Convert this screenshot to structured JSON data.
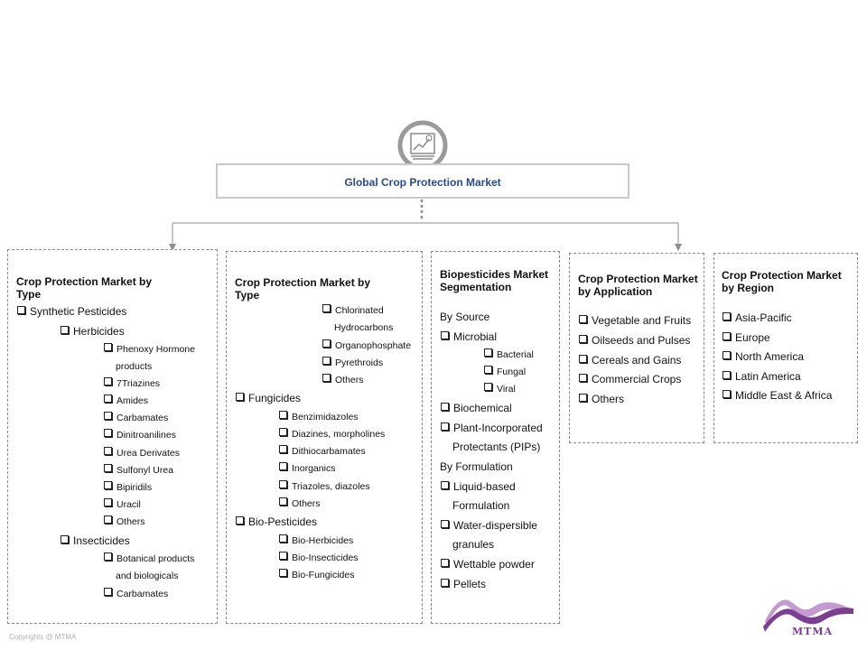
{
  "header": {
    "title": "Global Crop Protection Market",
    "icon": "market-report-icon"
  },
  "boxes": {
    "type1": {
      "title": "Crop Protection Market by Type",
      "items": [
        "Synthetic Pesticides",
        "Herbicides",
        "Phenoxy Hormone",
        "products",
        "7Triazines",
        "Amides",
        "Carbamates",
        "Dinitroanilines",
        "Urea Derivates",
        "Sulfonyl Urea",
        "Bipiridils",
        "Uracil",
        "Others",
        "Insecticides",
        "Botanical products",
        "and biologicals",
        "Carbamates"
      ]
    },
    "type2": {
      "title": "Crop Protection Market by Type",
      "items": [
        "Chlorinated",
        "Hydrocarbons",
        "Organophosphate",
        "Pyrethroids",
        "Others",
        "Fungicides",
        "Benzimidazoles",
        "Diazines, morpholines",
        "Dithiocarbamates",
        "Inorganics",
        "Triazoles, diazoles",
        "Others",
        "Bio-Pesticides",
        "Bio-Herbicides",
        "Bio-Insecticides",
        "Bio-Fungicides"
      ]
    },
    "bio": {
      "title": "Biopesticides Market Segmentation",
      "items": [
        "By Source",
        "Microbial",
        "Bacterial",
        "Fungal",
        "Viral",
        "Biochemical",
        "Plant-Incorporated",
        "Protectants (PIPs)",
        "By Formulation",
        "Liquid-based",
        "Formulation",
        "Water-dispersible",
        "granules",
        "Wettable powder",
        "Pellets"
      ]
    },
    "application": {
      "title": "Crop Protection Market by Application",
      "items": [
        "Vegetable and Fruits",
        "Oilseeds and Pulses",
        "Cereals and Gains",
        "Commercial Crops",
        "Others"
      ]
    },
    "region": {
      "title": "Crop Protection Market by Region",
      "items": [
        "Asia-Pacific",
        "Europe",
        "North America",
        "Latin America",
        "Middle East & Africa"
      ]
    }
  },
  "footer": {
    "copyright": "Copyrights @ MTMA",
    "logo": "MTMA"
  },
  "colors": {
    "header_text": "#2e4a7d",
    "logo_purple": "#7b3f8f",
    "logo_pink": "#d36aa0"
  }
}
